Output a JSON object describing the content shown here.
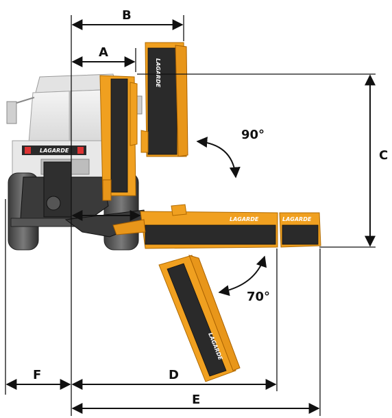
{
  "labels": {
    "a": "A",
    "b": "B",
    "c": "C",
    "d": "D",
    "e": "E",
    "f": "F",
    "angle_upper": "90°",
    "angle_lower": "70°"
  },
  "brand": {
    "main": "LAGARDE",
    "secondary": "LAGARDE",
    "tractor_plate": "LAGARDE",
    "upright": "LAGARDE",
    "angled": "LAGARDE"
  },
  "colors": {
    "mower_orange": "#F0A020",
    "mower_dark": "#2A2A2A",
    "tractor_body": "#E6E6E6",
    "dimension_lines": "#111111"
  }
}
